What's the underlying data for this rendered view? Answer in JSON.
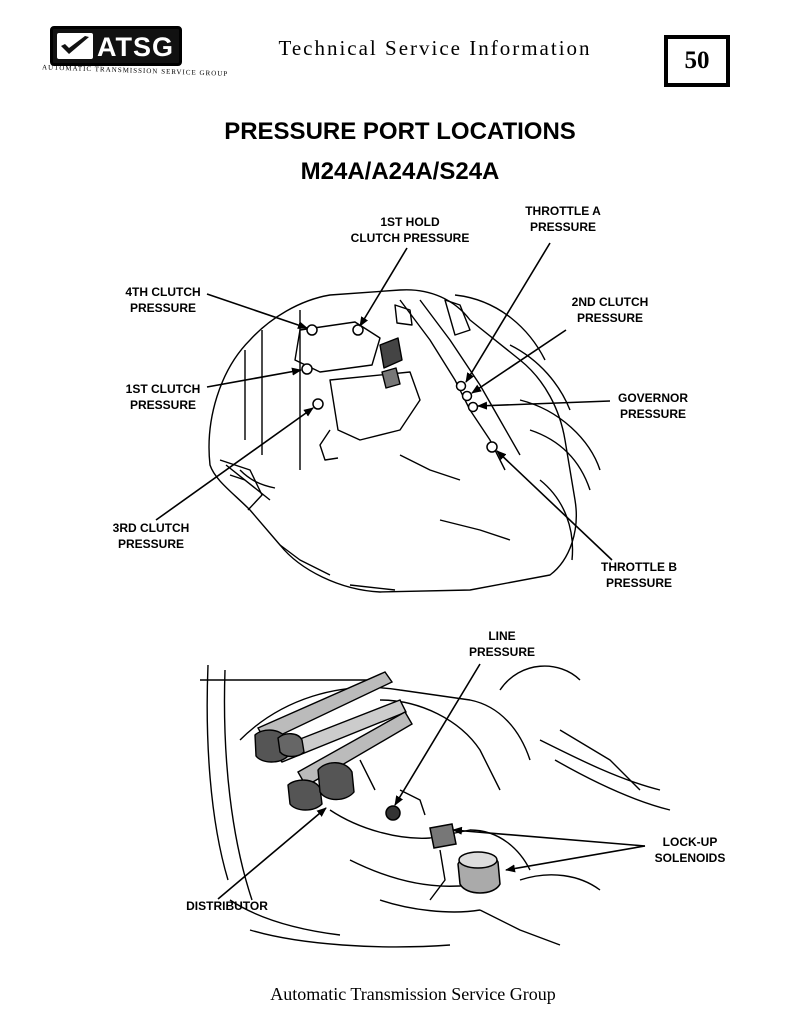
{
  "header": {
    "logo_text": "ATSG",
    "logo_subtext": "AUTOMATIC TRANSMISSION SERVICE GROUP",
    "title": "Technical Service Information",
    "page_number": "50"
  },
  "title": {
    "line1": "PRESSURE PORT LOCATIONS",
    "line2": "M24A/A24A/S24A"
  },
  "labels": {
    "first_hold": [
      "1ST HOLD",
      "CLUTCH PRESSURE"
    ],
    "throttle_a": [
      "THROTTLE A",
      "PRESSURE"
    ],
    "fourth_clutch": [
      "4TH CLUTCH",
      "PRESSURE"
    ],
    "second_clutch": [
      "2ND CLUTCH",
      "PRESSURE"
    ],
    "first_clutch": [
      "1ST CLUTCH",
      "PRESSURE"
    ],
    "governor": [
      "GOVERNOR",
      "PRESSURE"
    ],
    "third_clutch": [
      "3RD CLUTCH",
      "PRESSURE"
    ],
    "throttle_b": [
      "THROTTLE B",
      "PRESSURE"
    ],
    "line": [
      "LINE",
      "PRESSURE"
    ],
    "lockup": [
      "LOCK-UP",
      "SOLENOIDS"
    ],
    "distributor": "DISTRIBUTOR"
  },
  "footer": "Automatic Transmission Service Group"
}
